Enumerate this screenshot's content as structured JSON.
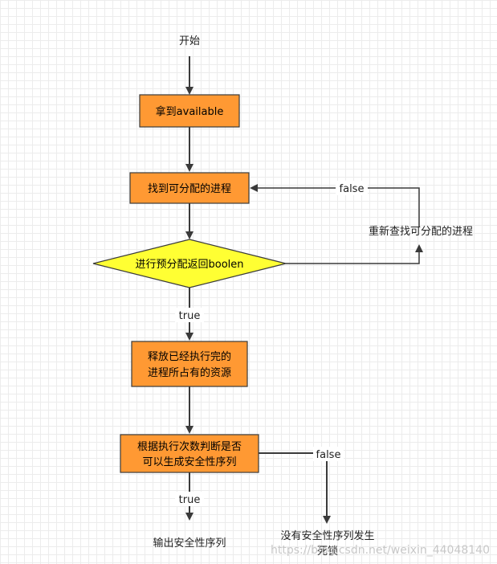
{
  "start_label": "开始",
  "colors": {
    "process_fill": "#ff9933",
    "decision_fill": "#ffff33",
    "line": "#3a3a3a"
  },
  "nodes": {
    "get_available": "拿到available",
    "find_process": "找到可分配的进程",
    "decision_line1": "进行预分配返回boolen",
    "release_line1": "释放已经执行完的",
    "release_line2": "进程所占有的资源",
    "judge_line1": "根据执行次数判断是否",
    "judge_line2": "可以生成安全性序列",
    "output_safe": "输出安全性序列",
    "deadlock_line1": "没有安全性序列发生",
    "deadlock_line2": "死锁"
  },
  "edges": {
    "false_top": "false",
    "refind": "重新查找可分配的进程",
    "true_decision": "true",
    "false_bottom": "false",
    "true_judge": "true"
  },
  "watermark": "https://blog.csdn.net/weixin_44048140"
}
